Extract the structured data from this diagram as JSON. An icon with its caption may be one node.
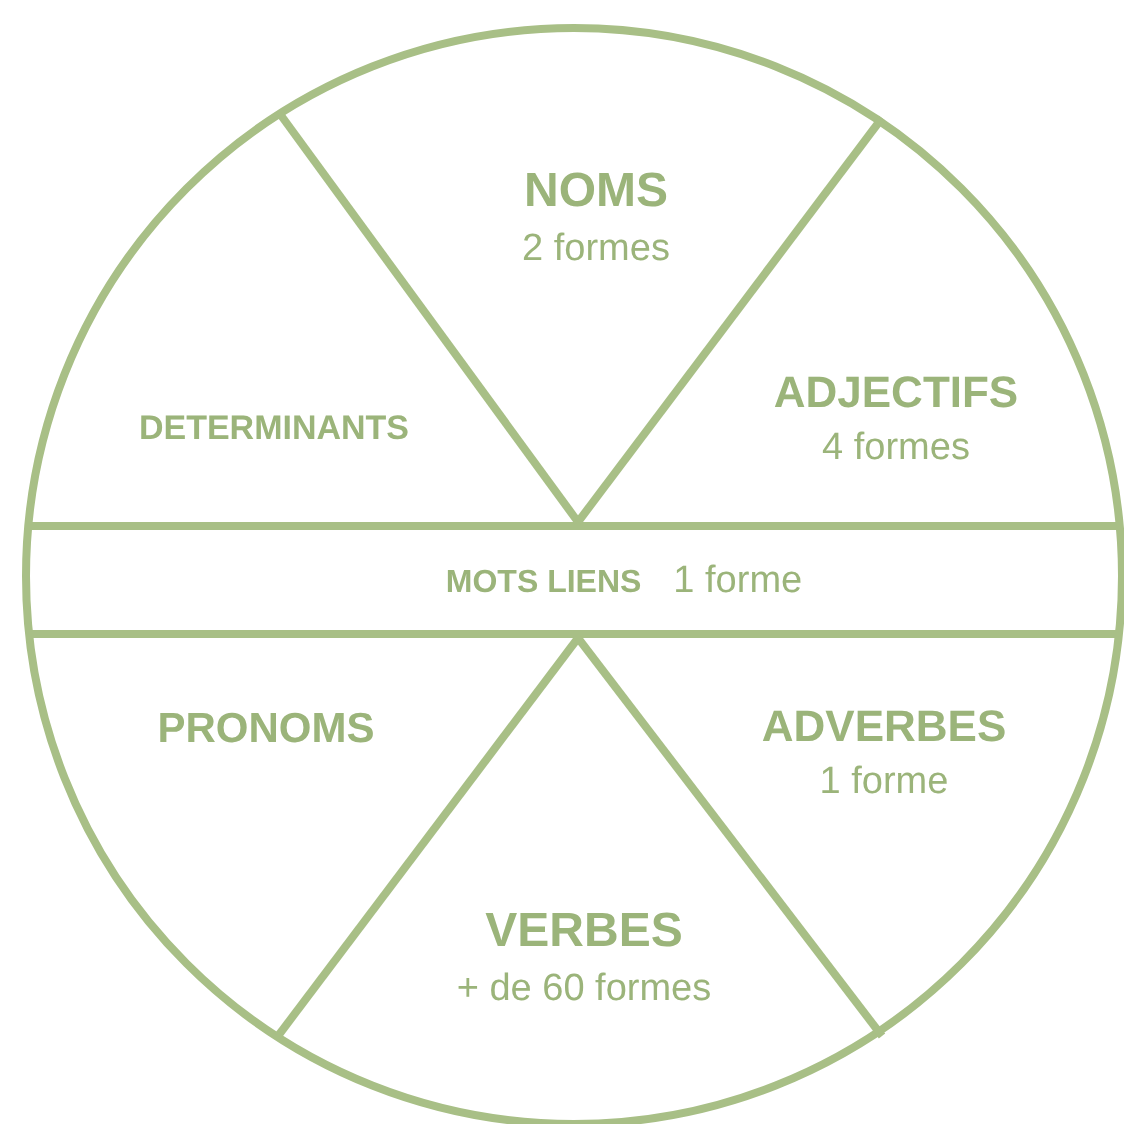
{
  "diagram": {
    "nodes": [
      {
        "text": [
          "NOMS",
          "2 formes"
        ]
      },
      {
        "text": [
          "DETERMINANTS"
        ]
      },
      {
        "text": [
          "ADJECTIFS",
          "4 formes"
        ]
      },
      {
        "text": [
          "MOTS LIENS",
          "1 forme"
        ]
      },
      {
        "text": [
          "PRONOMS"
        ]
      },
      {
        "text": [
          "ADVERBES",
          "1 forme"
        ]
      },
      {
        "text": [
          "VERBES",
          "+ de 60 formes"
        ]
      }
    ]
  }
}
